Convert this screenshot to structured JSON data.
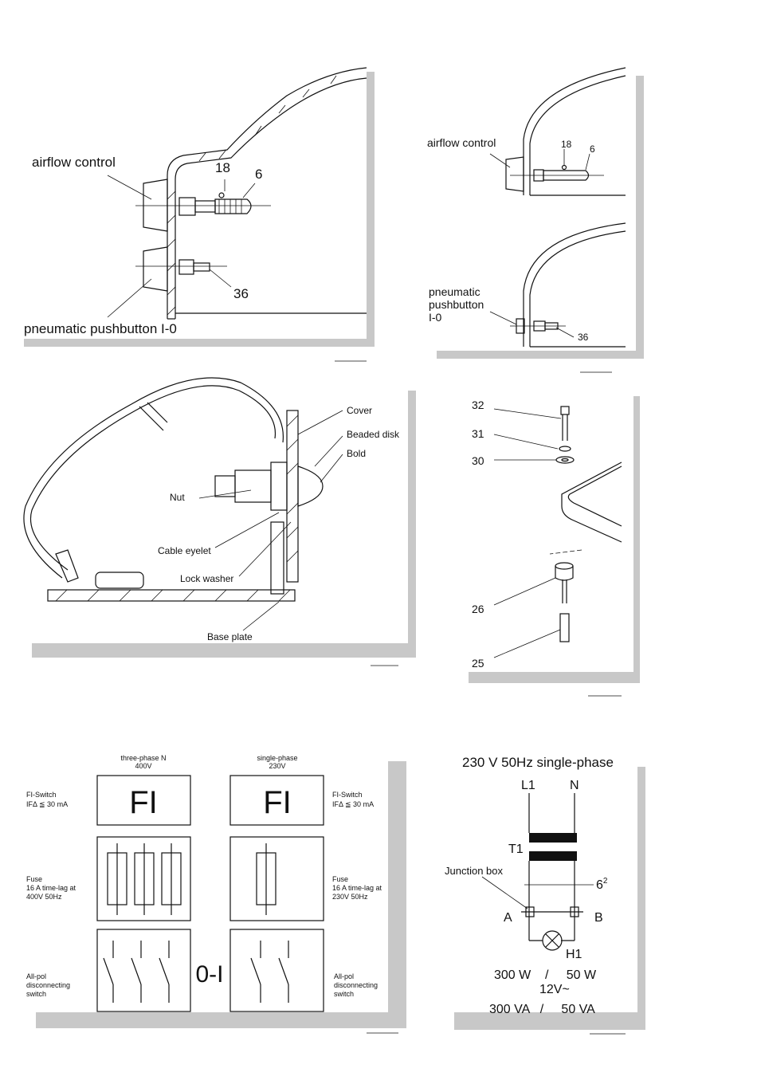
{
  "panel1": {
    "airflow_label": "airflow control",
    "pushbutton_label": "pneumatic pushbutton I-0",
    "n18": "18",
    "n6": "6",
    "n36": "36"
  },
  "panel2": {
    "airflow_label": "airflow control",
    "pushbutton_line1": "pneumatic",
    "pushbutton_line2": "pushbutton",
    "pushbutton_line3": "I-0",
    "n18": "18",
    "n6": "6",
    "n36": "36"
  },
  "panel3": {
    "cover": "Cover",
    "beaded_disk": "Beaded disk",
    "bold": "Bold",
    "nut": "Nut",
    "cable_eyelet": "Cable eyelet",
    "lock_washer": "Lock washer",
    "base_plate": "Base plate"
  },
  "panel4": {
    "n32": "32",
    "n31": "31",
    "n30": "30",
    "n26": "26",
    "n25": "25"
  },
  "panel5": {
    "col1_line1": "three-phase N",
    "col1_line2": "400V",
    "col2_line1": "single-phase",
    "col2_line2": "230V",
    "fi_text": "FI",
    "fi_label_line1": "FI-Switch",
    "fi_label_line2": "IFΔ ≦ 30 mA",
    "fuse_left_line1": "Fuse",
    "fuse_left_line2": "16 A time-lag at",
    "fuse_left_line3": "400V 50Hz",
    "fuse_right_line1": "Fuse",
    "fuse_right_line2": "16 A time-lag at",
    "fuse_right_line3": "230V 50Hz",
    "switch_symbol": "0-I",
    "switch_line1": "All-pol",
    "switch_line2": "disconnecting",
    "switch_line3": "switch"
  },
  "panel6": {
    "title": "230 V 50Hz single-phase",
    "l1": "L1",
    "n": "N",
    "t1": "T1",
    "junction_box": "Junction box",
    "wire_size": "6",
    "wire_sup": "2",
    "a": "A",
    "b": "B",
    "h1": "H1",
    "power_line1": "300 W    /     50 W",
    "voltage": "12V~",
    "power_line2": "300 VA   /     50 VA"
  }
}
